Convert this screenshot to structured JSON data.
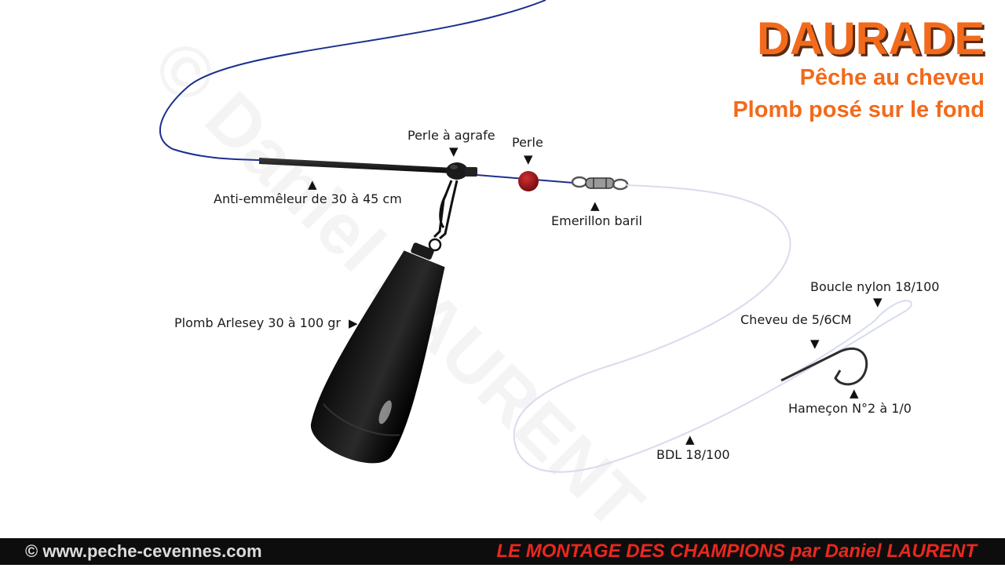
{
  "header": {
    "title": "DAURADE",
    "subtitle_line1": "Pêche au cheveu",
    "subtitle_line2": "Plomb posé sur le fond"
  },
  "watermark": "© Daniel LAURENT",
  "labels": {
    "perle_agrafe": "Perle à agrafe",
    "perle": "Perle",
    "anti_emmeleur": "Anti-emmêleur de 30 à 45 cm",
    "emerillon": "Emerillon baril",
    "plomb": "Plomb Arlesey 30 à 100 gr",
    "boucle": "Boucle nylon 18/100",
    "cheveu": "Cheveu de 5/6CM",
    "hamecon": "Hameçon N°2 à 1/0",
    "bdl": "BDL 18/100"
  },
  "footer": {
    "website": "© www.peche-cevennes.com",
    "credit": "LE MONTAGE DES CHAMPIONS par Daniel LAURENT"
  },
  "colors": {
    "title_orange": "#f26a1b",
    "main_line_blue": "#1b2f8f",
    "bead_red": "#a3121a",
    "footer_red": "#e8281e"
  },
  "arrow_glyphs": {
    "down": "▼",
    "up": "▲",
    "right": "▶"
  }
}
